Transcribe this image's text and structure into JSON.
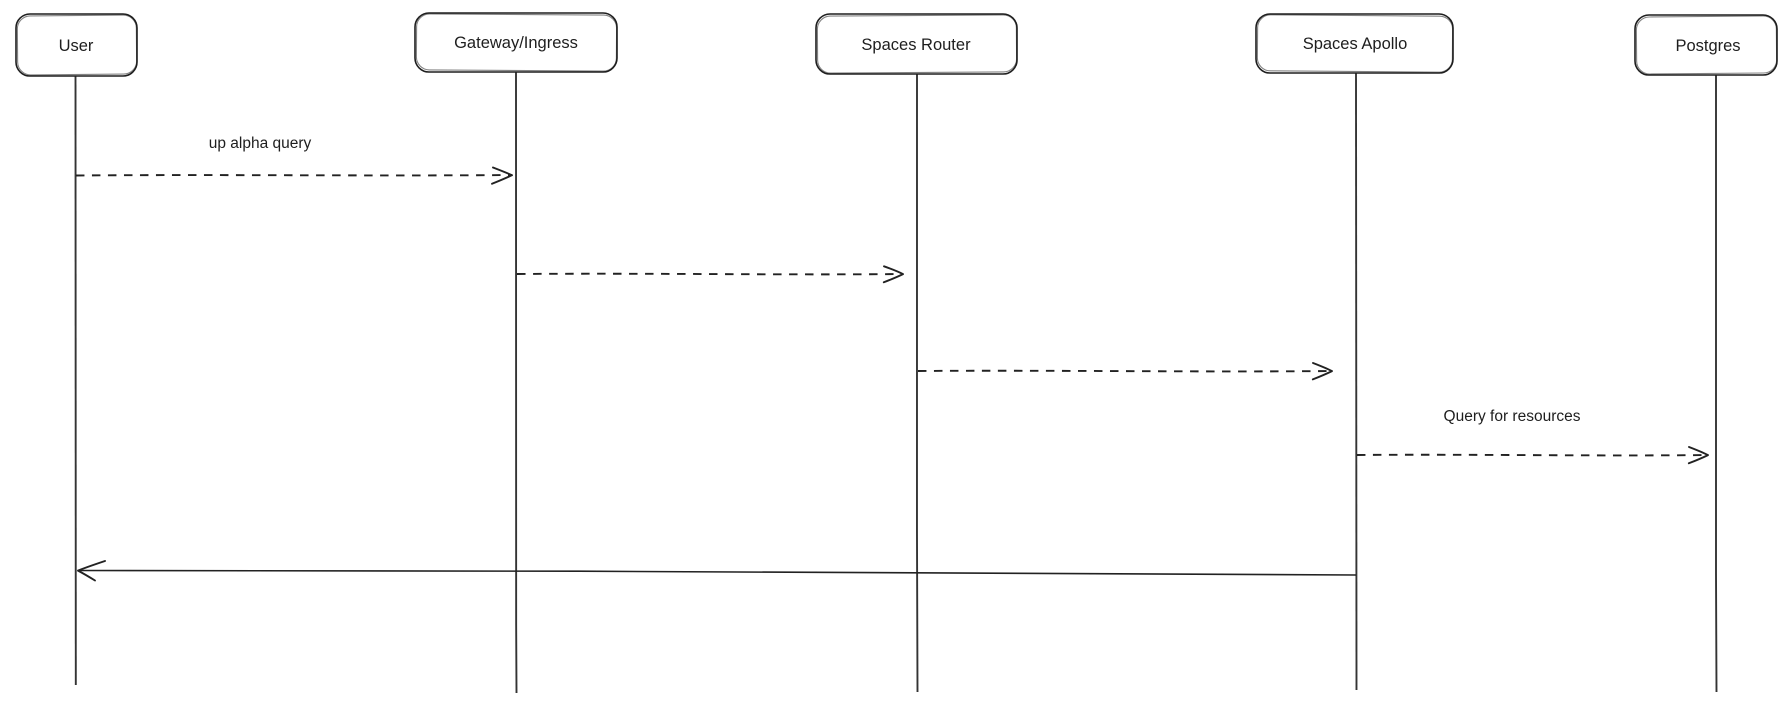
{
  "diagram": {
    "type": "sequence-diagram",
    "style": "hand-drawn",
    "background_color": "#ffffff",
    "stroke_color": "#1e1e1e",
    "actors": [
      {
        "id": "user",
        "label": "User"
      },
      {
        "id": "gateway-ingress",
        "label": "Gateway/Ingress"
      },
      {
        "id": "spaces-router",
        "label": "Spaces Router"
      },
      {
        "id": "spaces-apollo",
        "label": "Spaces Apollo"
      },
      {
        "id": "postgres",
        "label": "Postgres"
      }
    ],
    "messages": [
      {
        "index": 1,
        "from": "User",
        "to": "Gateway/Ingress",
        "label": "up alpha query",
        "line": "dashed",
        "arrowhead": "open"
      },
      {
        "index": 2,
        "from": "Gateway/Ingress",
        "to": "Spaces Router",
        "label": "",
        "line": "dashed",
        "arrowhead": "open"
      },
      {
        "index": 3,
        "from": "Spaces Router",
        "to": "Spaces Apollo",
        "label": "",
        "line": "dashed",
        "arrowhead": "open"
      },
      {
        "index": 4,
        "from": "Spaces Apollo",
        "to": "Postgres",
        "label": "Query for resources",
        "line": "dashed",
        "arrowhead": "open"
      },
      {
        "index": 5,
        "from": "Spaces Apollo",
        "to": "User",
        "label": "",
        "line": "solid",
        "arrowhead": "open"
      }
    ]
  }
}
